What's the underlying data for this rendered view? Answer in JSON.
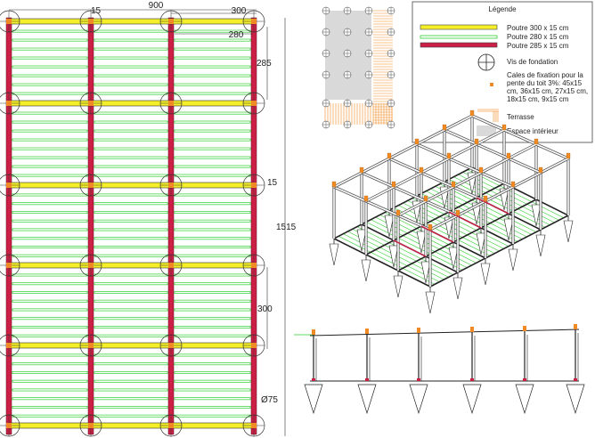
{
  "plan": {
    "dimensions": {
      "width_total": "900",
      "bay_top": "300",
      "beam_thickness_top": "15",
      "joist_span": "280",
      "bay_height": "285",
      "beam_thickness_right": "15",
      "length_total": "1515",
      "bay_lower": "300",
      "pile_diameter": "Ø75"
    },
    "columns": 4,
    "rows": 6
  },
  "legend": {
    "title": "Légende",
    "items": [
      {
        "label": "Poutre 300 x 15 cm",
        "color": "#f5ef2a",
        "symbol": "beam"
      },
      {
        "label": "Poutre 280 x 15 cm",
        "color": "#2fcf2f",
        "symbol": "beam-thin"
      },
      {
        "label": "Poutre 285 x 15 cm",
        "color": "#cc1f45",
        "symbol": "beam"
      },
      {
        "label": "Vis de fondation",
        "symbol": "screw"
      },
      {
        "label_lines": [
          "Cales de fixation pour la",
          "pente du toit 3%: 45x15",
          "cm, 36x15 cm, 27x15 cm,",
          "18x15 cm, 9x15 cm"
        ],
        "color": "#f08a24",
        "symbol": "shim"
      },
      {
        "label": "Terrasse",
        "color": "#f08a24",
        "symbol": "terrace"
      },
      {
        "label": "Espace intérieur",
        "color": "#d9d9d9",
        "symbol": "interior"
      }
    ]
  },
  "colors": {
    "yellow_beam": "#f5ef2a",
    "green_joist": "#2fcf2f",
    "red_beam": "#cc1f45",
    "orange": "#f08a24",
    "interior_gray": "#d9d9d9"
  }
}
